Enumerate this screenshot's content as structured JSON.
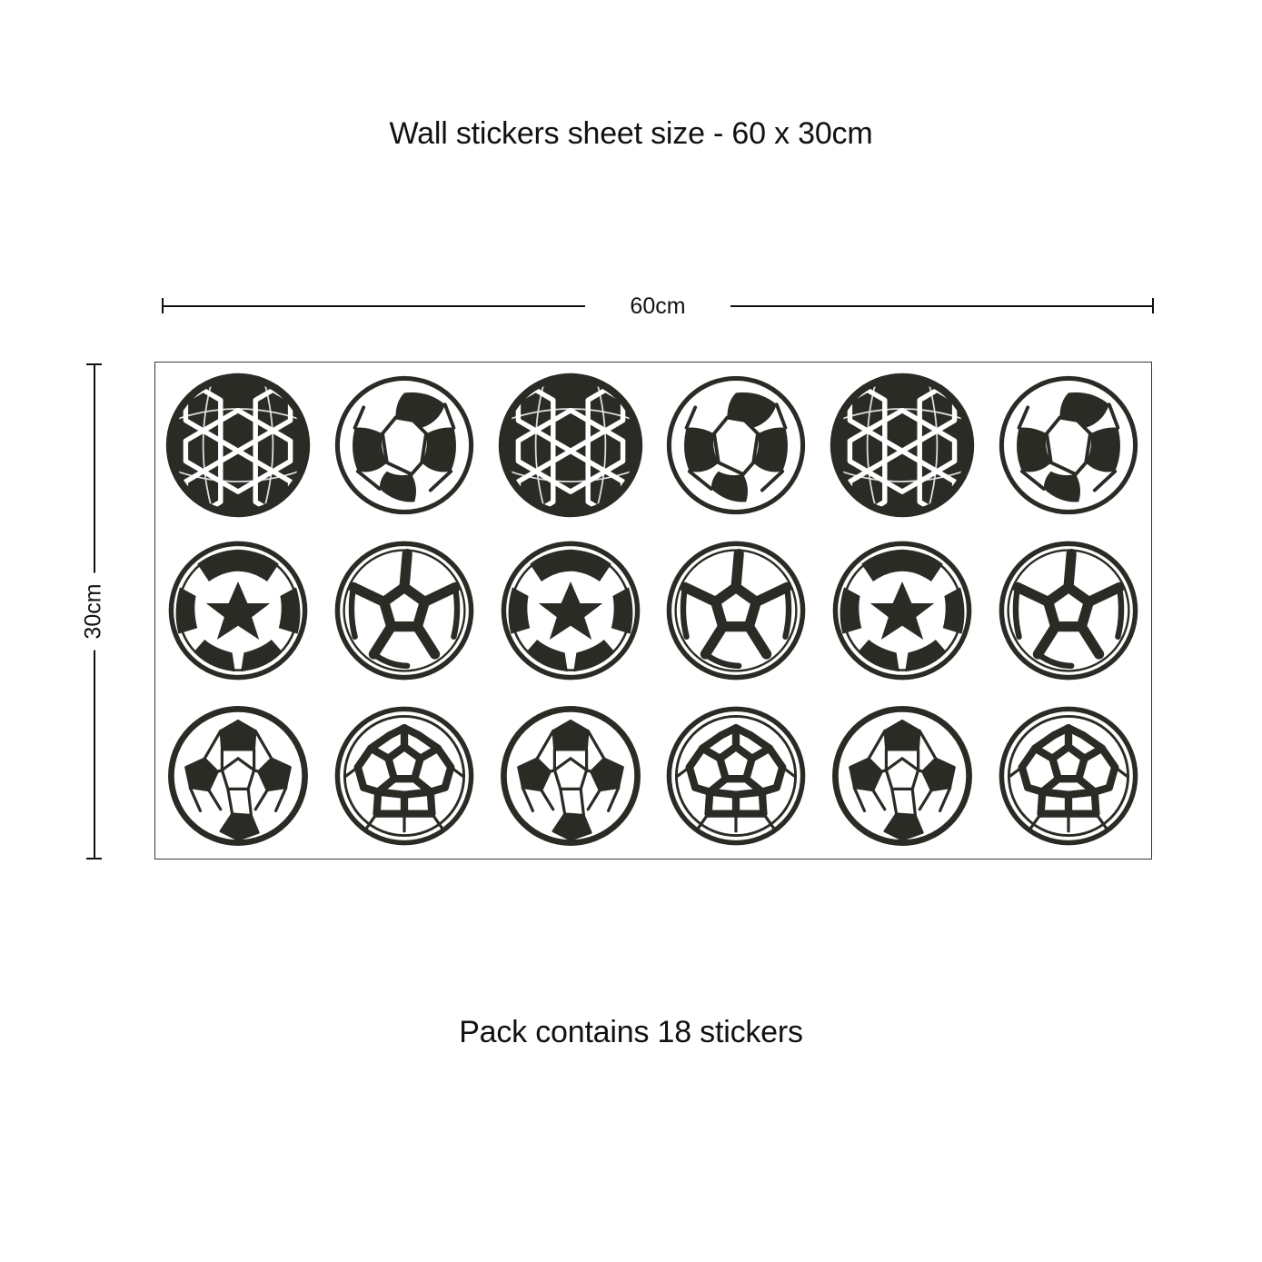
{
  "header": {
    "title": "Wall stickers sheet size - 60 x 30cm"
  },
  "footer": {
    "note": "Pack contains 18 stickers"
  },
  "dimensions": {
    "width_label": "60cm",
    "height_label": "30cm",
    "sheet_width_cm": 60,
    "sheet_height_cm": 30
  },
  "sheet": {
    "columns": 6,
    "rows": 3,
    "total_stickers": 18,
    "border_color": "#3a3a3a",
    "background_color": "#ffffff",
    "ink_color": "#2b2b26",
    "stickers": [
      {
        "row": 1,
        "col": 1,
        "design": "hex-mesh-dark-football"
      },
      {
        "row": 1,
        "col": 2,
        "design": "classic-white-panel-football"
      },
      {
        "row": 1,
        "col": 3,
        "design": "hex-mesh-dark-football"
      },
      {
        "row": 1,
        "col": 4,
        "design": "classic-white-panel-football"
      },
      {
        "row": 1,
        "col": 5,
        "design": "hex-mesh-dark-football"
      },
      {
        "row": 1,
        "col": 6,
        "design": "classic-white-panel-football"
      },
      {
        "row": 2,
        "col": 1,
        "design": "star-panel-football"
      },
      {
        "row": 2,
        "col": 2,
        "design": "thick-seam-outline-football"
      },
      {
        "row": 2,
        "col": 3,
        "design": "star-panel-football"
      },
      {
        "row": 2,
        "col": 4,
        "design": "thick-seam-outline-football"
      },
      {
        "row": 2,
        "col": 5,
        "design": "star-panel-football"
      },
      {
        "row": 2,
        "col": 6,
        "design": "thick-seam-outline-football"
      },
      {
        "row": 3,
        "col": 1,
        "design": "classic-pentagon-football"
      },
      {
        "row": 3,
        "col": 2,
        "design": "net-pattern-football"
      },
      {
        "row": 3,
        "col": 3,
        "design": "classic-pentagon-football"
      },
      {
        "row": 3,
        "col": 4,
        "design": "net-pattern-football"
      },
      {
        "row": 3,
        "col": 5,
        "design": "classic-pentagon-football"
      },
      {
        "row": 3,
        "col": 6,
        "design": "net-pattern-football"
      }
    ]
  },
  "colors": {
    "text": "#111111",
    "ink": "#2b2b26",
    "sheet_border": "#3a3a3a",
    "page_background": "#ffffff"
  }
}
